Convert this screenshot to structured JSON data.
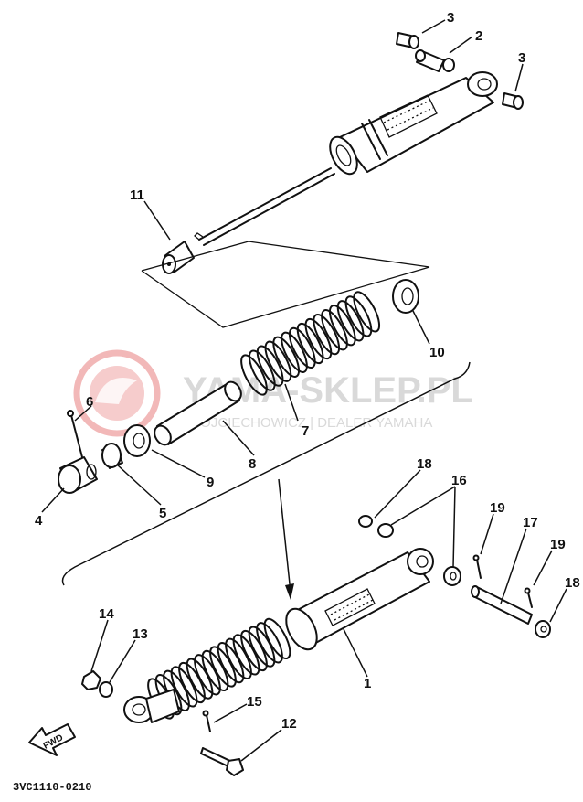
{
  "diagram": {
    "parts": [
      {
        "id": "1",
        "label": "1"
      },
      {
        "id": "2",
        "label": "2"
      },
      {
        "id": "3a",
        "label": "3"
      },
      {
        "id": "3b",
        "label": "3"
      },
      {
        "id": "4",
        "label": "4"
      },
      {
        "id": "5",
        "label": "5"
      },
      {
        "id": "6",
        "label": "6"
      },
      {
        "id": "7",
        "label": "7"
      },
      {
        "id": "8",
        "label": "8"
      },
      {
        "id": "9",
        "label": "9"
      },
      {
        "id": "10",
        "label": "10"
      },
      {
        "id": "11",
        "label": "11"
      },
      {
        "id": "12",
        "label": "12"
      },
      {
        "id": "13",
        "label": "13"
      },
      {
        "id": "14",
        "label": "14"
      },
      {
        "id": "15",
        "label": "15"
      },
      {
        "id": "16",
        "label": "16"
      },
      {
        "id": "17",
        "label": "17"
      },
      {
        "id": "18a",
        "label": "18"
      },
      {
        "id": "18b",
        "label": "18"
      },
      {
        "id": "19a",
        "label": "19"
      },
      {
        "id": "19b",
        "label": "19"
      }
    ],
    "fwd_label": "FWD",
    "drawing_code": "3VC1110-0210"
  },
  "watermark": {
    "brand": "YAMA-SKLEP.PL",
    "subtitle": "WOJCIECHOWICZ | DEALER YAMAHA"
  },
  "colors": {
    "ink": "#111111",
    "watermark_text": "#d9d9d9",
    "watermark_logo": "#f2b8b8"
  }
}
